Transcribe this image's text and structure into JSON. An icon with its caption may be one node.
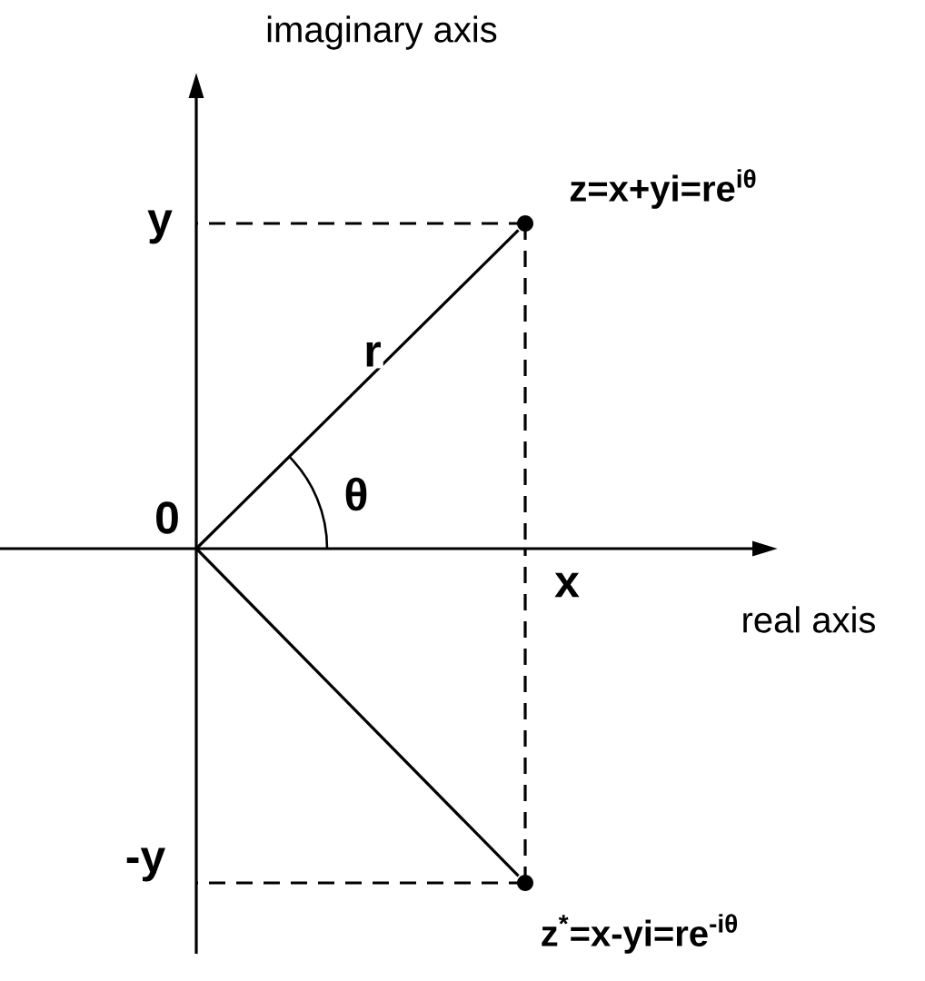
{
  "diagram": {
    "nodes": [
      {
        "text": [],
        "shape": "circle",
        "beside": [
          "z=x+yi=re$^{iθ}$"
        ]
      },
      {
        "text": [],
        "shape": "circle",
        "beside": [
          "z$^{*}$=x-yi=re$^{-iθ}$"
        ]
      }
    ],
    "edges": [
      {
        "from": null,
        "to": 0,
        "arrow": "none",
        "label": "r"
      },
      {
        "from": null,
        "to": 1,
        "arrow": "none"
      }
    ],
    "labels": [
      "imaginary axis",
      "y",
      "0",
      "θ",
      "x",
      "real axis",
      "-y"
    ]
  }
}
